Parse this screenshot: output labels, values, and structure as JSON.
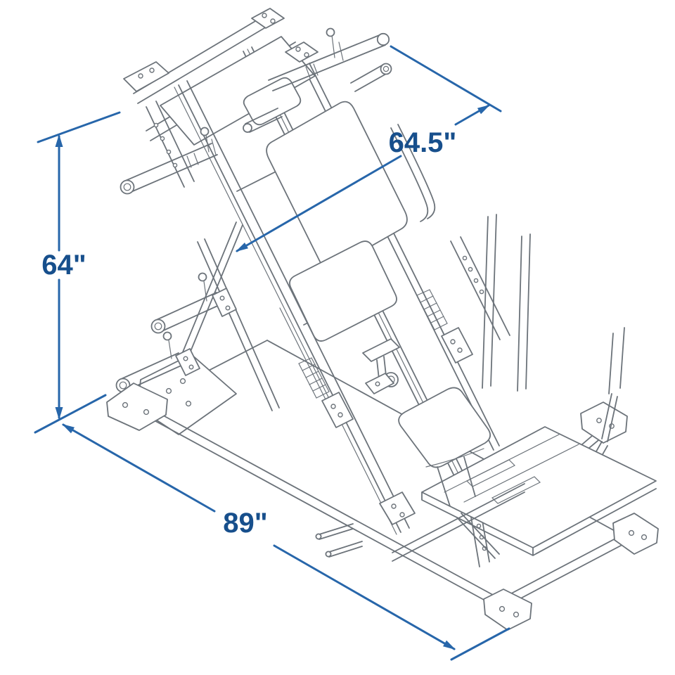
{
  "dimensions": {
    "height": {
      "label": "64\""
    },
    "width": {
      "label": "64.5\""
    },
    "length": {
      "label": "89\""
    }
  },
  "colors": {
    "dimension_line": "#2766aa",
    "dimension_text": "#174f8c",
    "machine_line": "#6c737a",
    "background": "#ffffff"
  }
}
